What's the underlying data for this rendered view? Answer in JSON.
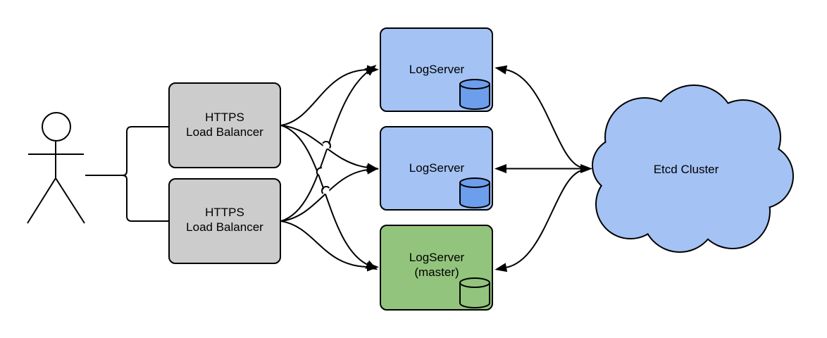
{
  "diagram": {
    "nodes": {
      "lb1": {
        "line1": "HTTPS",
        "line2": "Load Balancer"
      },
      "lb2": {
        "line1": "HTTPS",
        "line2": "Load Balancer"
      },
      "ls1": {
        "label": "LogServer"
      },
      "ls2": {
        "label": "LogServer"
      },
      "ls3": {
        "line1": "LogServer",
        "line2": "(master)"
      },
      "cloud": {
        "label": "Etcd Cluster"
      }
    },
    "colors": {
      "background": "#ffffff",
      "stroke": "#000000",
      "lb_fill": "#cccccc",
      "server_fill": "#a4c2f4",
      "master_fill": "#93c47d",
      "db_blue_fill": "#6d9eeb",
      "db_green_fill": "#93c47d",
      "cloud_fill": "#a4c2f4"
    }
  }
}
